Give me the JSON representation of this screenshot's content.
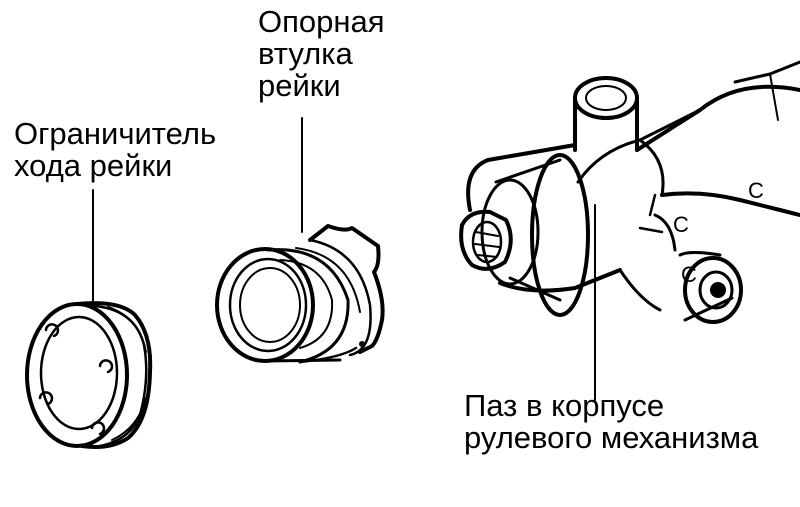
{
  "labels": {
    "rack_bearing": [
      "Опорная",
      "втулка",
      "рейки"
    ],
    "rack_stop": [
      "Ограничитель",
      "хода рейки"
    ],
    "housing_groove": [
      "Паз в корпусе",
      "рулевого механизма"
    ]
  },
  "callout_letters": [
    "C",
    "C",
    "C"
  ],
  "colors": {
    "ink": "#000000",
    "paper": "#ffffff"
  }
}
